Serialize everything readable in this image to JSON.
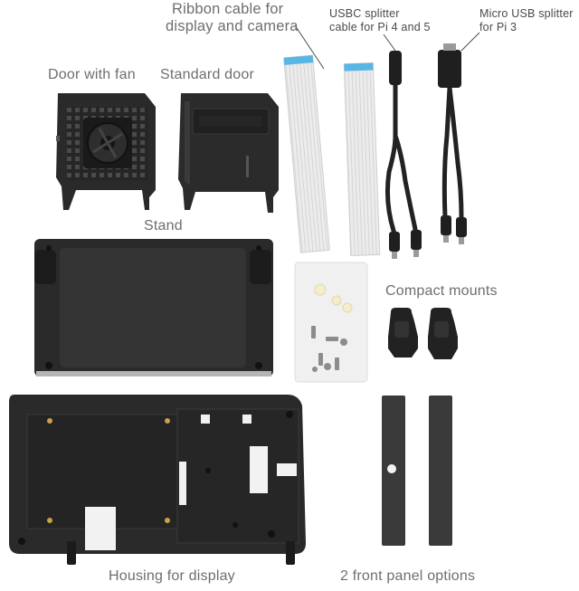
{
  "labels": {
    "ribbon_line1": "Ribbon cable for",
    "ribbon_line2": "display and camera",
    "usbc_line1": "USBC splitter",
    "usbc_line2": "cable for Pi 4 and 5",
    "micro_line1": "Micro USB splitter",
    "micro_line2": "for Pi 3",
    "door_fan": "Door with fan",
    "standard_door": "Standard door",
    "stand": "Stand",
    "compact_mounts": "Compact mounts",
    "housing": "Housing for display",
    "front_panels": "2 front panel options"
  },
  "colors": {
    "plastic": "#2b2b2b",
    "plastic_dark": "#1c1c1c",
    "plastic_light": "#3b3b3b",
    "ribbon": "#e9e9e9",
    "ribbon_contact": "#57b6e4",
    "screw_bag": "#eeeeee",
    "metal": "#9a9a9a",
    "panel": "#3a3a3a",
    "label_text": "#6e6e6e"
  }
}
